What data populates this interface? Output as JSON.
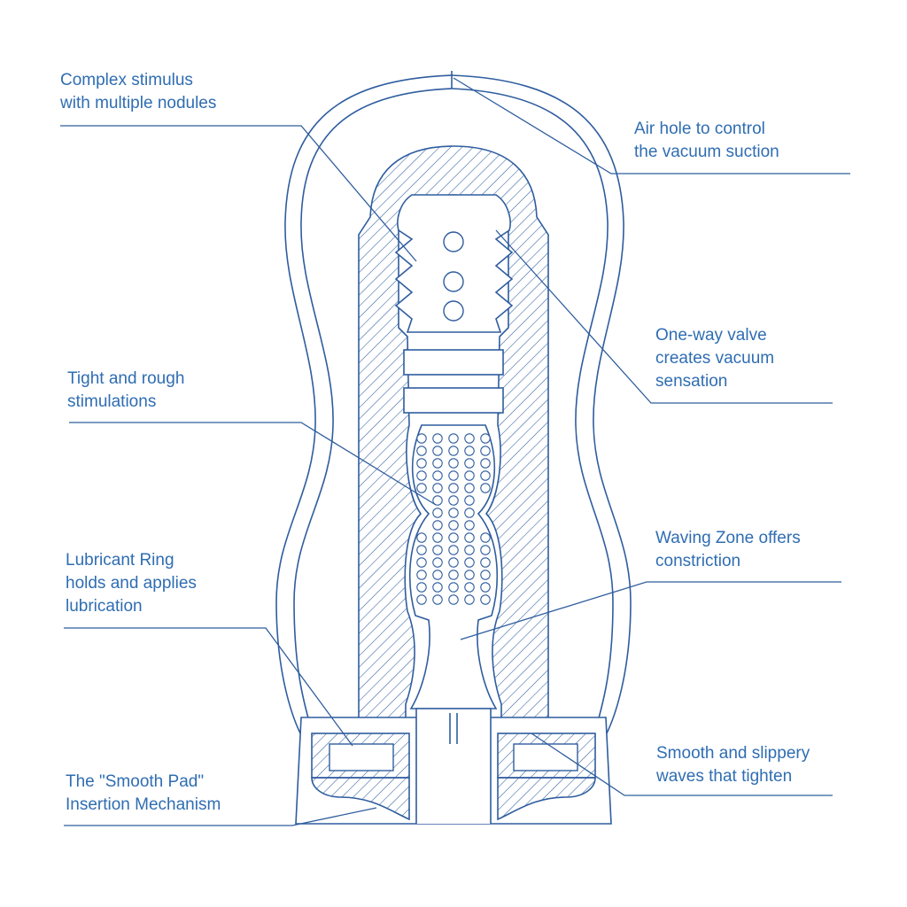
{
  "colors": {
    "stroke": "#2f5d9e",
    "text": "#2f6db2",
    "background": "#ffffff"
  },
  "callouts": {
    "complex_stimulus": {
      "lines": [
        "Complex stimulus",
        "with multiple nodules"
      ]
    },
    "air_hole": {
      "lines": [
        "Air hole to control",
        "the vacuum suction"
      ]
    },
    "one_way_valve": {
      "lines": [
        "One-way valve",
        "creates vacuum",
        "sensation"
      ]
    },
    "tight_rough": {
      "lines": [
        "Tight and rough",
        "stimulations"
      ]
    },
    "waving_zone": {
      "lines": [
        "Waving Zone offers",
        "constriction"
      ]
    },
    "lubricant_ring": {
      "lines": [
        "Lubricant Ring",
        "holds and applies",
        "lubrication"
      ]
    },
    "smooth_waves": {
      "lines": [
        "Smooth and slippery",
        "waves that tighten"
      ]
    },
    "smooth_pad": {
      "lines": [
        "The \"Smooth Pad\"",
        "Insertion Mechanism"
      ]
    }
  }
}
